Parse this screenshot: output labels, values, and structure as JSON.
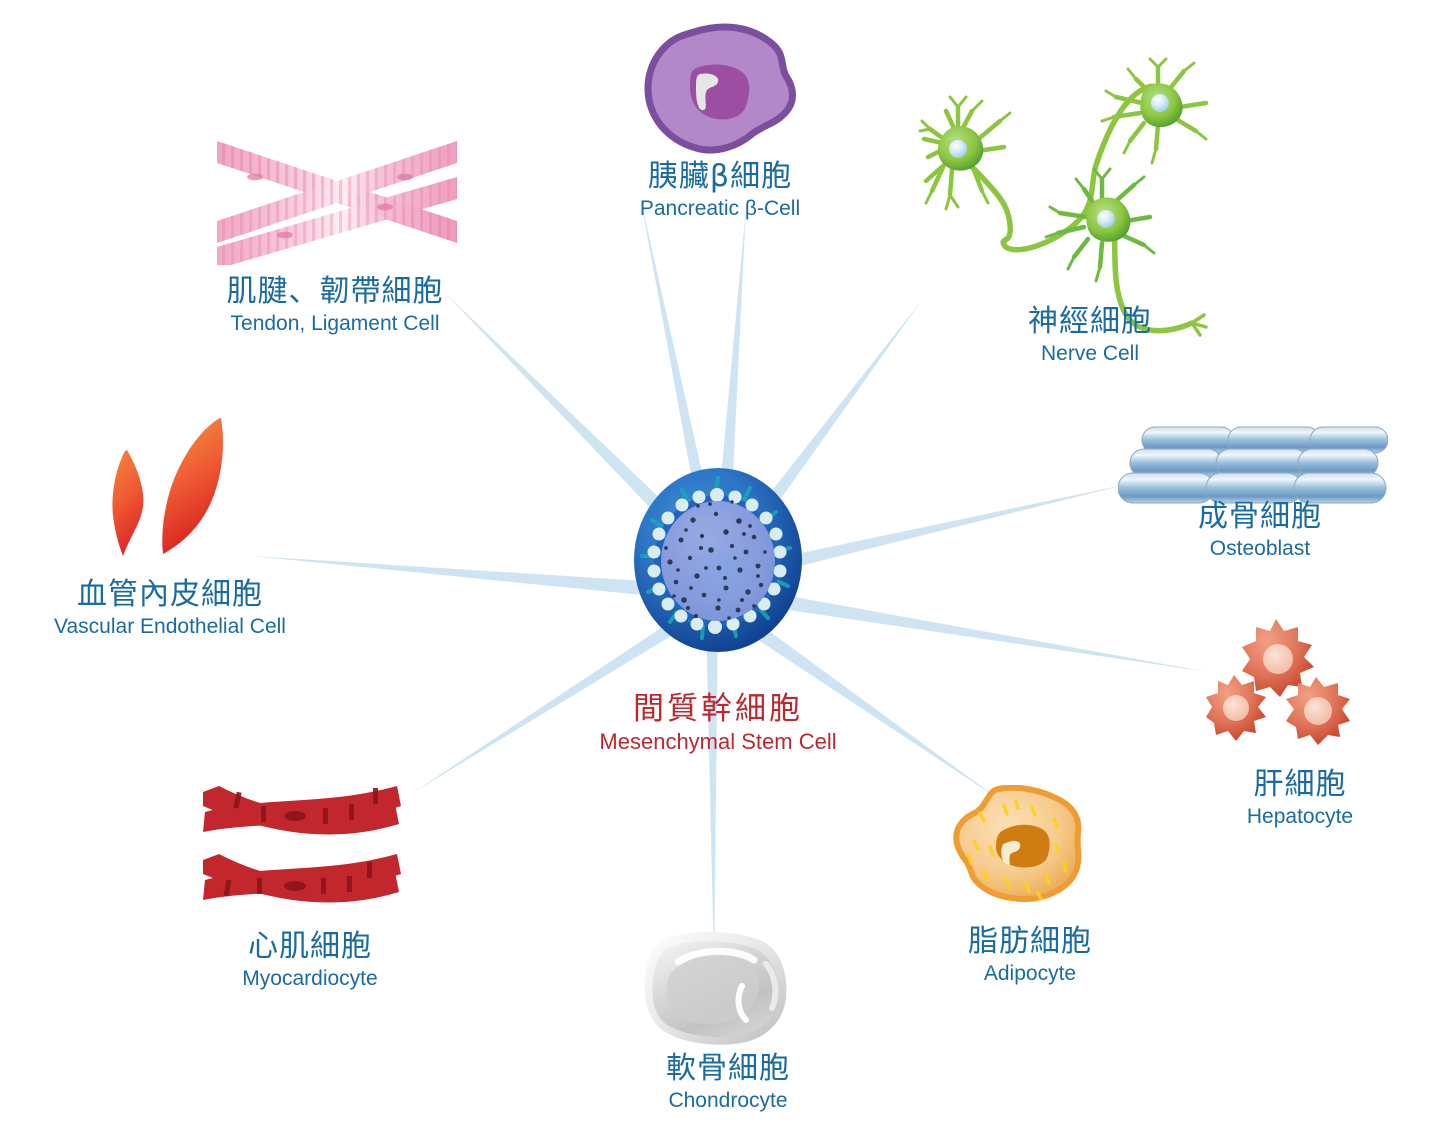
{
  "diagram": {
    "title_zh": "間質幹細胞",
    "title_en": "Mesenchymal Stem Cell",
    "type": "radial-differentiation",
    "colors": {
      "center_label": "#c0272d",
      "peripheral_label": "#1a6ba3",
      "ray": "#cfe4f2",
      "stem_cell_outer": "#1b5fae",
      "stem_cell_nucleus": "#8a9ede",
      "background": "#ffffff"
    }
  },
  "center": {
    "zh": "間質幹細胞",
    "en": "Mesenchymal Stem Cell",
    "icon": "mesenchymal-stem-cell-icon"
  },
  "cells": [
    {
      "id": "tendon-ligament",
      "zh": "肌腱、韌帶細胞",
      "en": "Tendon, Ligament Cell",
      "icon": "tendon-ligament-fibers-icon",
      "color": "#f2a0bd"
    },
    {
      "id": "pancreatic-beta",
      "zh": "胰臟β細胞",
      "en": "Pancreatic β-Cell",
      "icon": "pancreatic-beta-cell-icon",
      "color": "#b285c4"
    },
    {
      "id": "nerve",
      "zh": "神經細胞",
      "en": "Nerve Cell",
      "icon": "neuron-network-icon",
      "color": "#8cc63f"
    },
    {
      "id": "osteoblast",
      "zh": "成骨細胞",
      "en": "Osteoblast",
      "icon": "bone-trabeculae-icon",
      "color": "#8fb4d9"
    },
    {
      "id": "hepatocyte",
      "zh": "肝細胞",
      "en": "Hepatocyte",
      "icon": "hepatocyte-cluster-icon",
      "color": "#e2705a"
    },
    {
      "id": "adipocyte",
      "zh": "脂肪細胞",
      "en": "Adipocyte",
      "icon": "adipocyte-icon",
      "color": "#f5c678"
    },
    {
      "id": "chondrocyte",
      "zh": "軟骨細胞",
      "en": "Chondrocyte",
      "icon": "cartilage-icon",
      "color": "#d2d2d2"
    },
    {
      "id": "myocardiocyte",
      "zh": "心肌細胞",
      "en": "Myocardiocyte",
      "icon": "cardiac-muscle-bands-icon",
      "color": "#c1272d"
    },
    {
      "id": "vascular-endothelial",
      "zh": "血管內皮細胞",
      "en": "Vascular Endothelial Cell",
      "icon": "endothelial-leaf-icon",
      "color": "#e8503a"
    }
  ]
}
